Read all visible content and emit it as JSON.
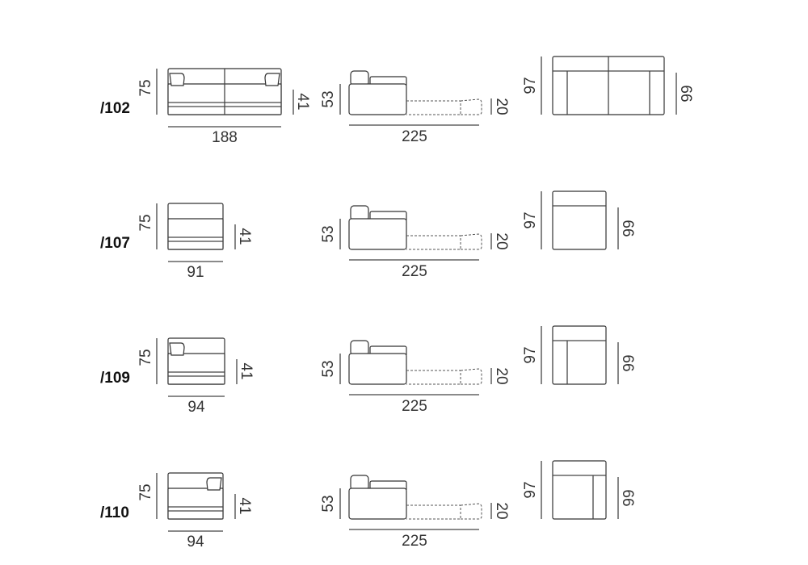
{
  "modules": [
    {
      "code": "/102",
      "height": "75",
      "seat_height": "41",
      "width": "188",
      "side_height": "53",
      "footrest_height": "20",
      "extended_depth": "225",
      "depth": "97",
      "seat_depth": "66",
      "kind": "two-seat"
    },
    {
      "code": "/107",
      "height": "75",
      "seat_height": "41",
      "width": "91",
      "side_height": "53",
      "footrest_height": "20",
      "extended_depth": "225",
      "depth": "97",
      "seat_depth": "66",
      "kind": "armless"
    },
    {
      "code": "/109",
      "height": "75",
      "seat_height": "41",
      "width": "94",
      "side_height": "53",
      "footrest_height": "20",
      "extended_depth": "225",
      "depth": "97",
      "seat_depth": "66",
      "kind": "left-arm"
    },
    {
      "code": "/110",
      "height": "75",
      "seat_height": "41",
      "width": "94",
      "side_height": "53",
      "footrest_height": "20",
      "extended_depth": "225",
      "depth": "97",
      "seat_depth": "66",
      "kind": "right-arm"
    }
  ]
}
